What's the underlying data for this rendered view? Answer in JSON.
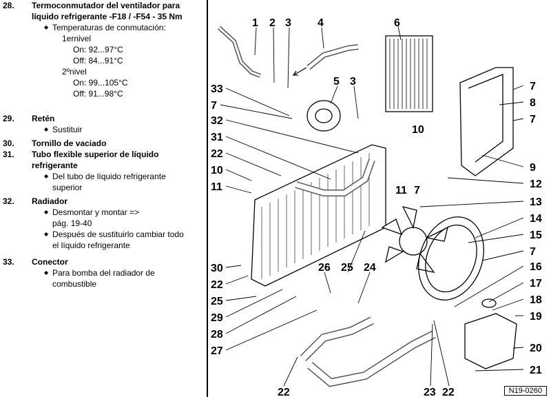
{
  "legend": [
    {
      "num": "28.",
      "title": "Termoconmutador del ventilador para líquido refrigerante -F18 / -F54 - 35 Nm",
      "bullet": "Temperaturas de conmutación:",
      "levels": [
        {
          "label": "1ernivel",
          "on": "On: 92...97°C",
          "off": "Off: 84...91°C"
        },
        {
          "label": "2ºnivel",
          "on": "On: 99...105°C",
          "off": "Off: 91...98°C"
        }
      ]
    },
    {
      "num": "29.",
      "title": "Retén",
      "bullets": [
        "Sustituir"
      ]
    },
    {
      "num": "30.",
      "title": "Tornillo de vaciado"
    },
    {
      "num": "31.",
      "title": "Tubo flexible superior de líquido refrigerante",
      "bullets": [
        "Del tubo de líquido refrigerante superior"
      ]
    },
    {
      "num": "32.",
      "title": "Radiador",
      "bullets": [
        "Desmontar y montar => pág. 19-40",
        "Después de sustituirlo cambiar todo el líquido refrigerante"
      ]
    },
    {
      "num": "33.",
      "title": "Conector",
      "bullets": [
        "Para bomba del radiador de combustible"
      ]
    }
  ],
  "callouts": {
    "c1": "1",
    "c2": "2",
    "c3a": "3",
    "c3b": "3",
    "c4": "4",
    "c5": "5",
    "c6": "6",
    "c7a": "7",
    "c7b": "7",
    "c7c": "7",
    "c7d": "7",
    "c7e": "7",
    "c8": "8",
    "c9": "9",
    "c10a": "10",
    "c10b": "10",
    "c11a": "11",
    "c11b": "11",
    "c12": "12",
    "c13": "13",
    "c14": "14",
    "c15": "15",
    "c16": "16",
    "c17": "17",
    "c18": "18",
    "c19": "19",
    "c20": "20",
    "c21": "21",
    "c22a": "22",
    "c22b": "22",
    "c22c": "22",
    "c22d": "22",
    "c23": "23",
    "c24": "24",
    "c25a": "25",
    "c25b": "25",
    "c26": "26",
    "c27": "27",
    "c28": "28",
    "c29": "29",
    "c30": "30",
    "c31": "31",
    "c32": "32",
    "c33": "33"
  },
  "figure_ref": "N19-0260"
}
